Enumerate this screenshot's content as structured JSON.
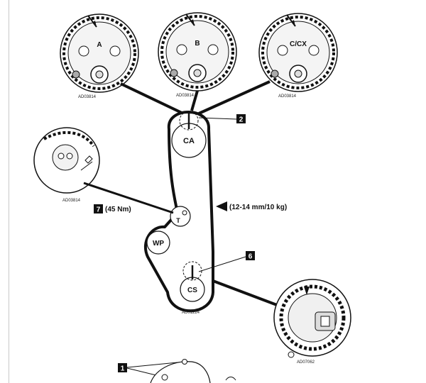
{
  "sprockets": [
    {
      "letter": "A",
      "ref": "AD03814"
    },
    {
      "letter": "B",
      "ref": "AD03814"
    },
    {
      "letter": "C/CX",
      "ref": "AD03814"
    }
  ],
  "pulleys": {
    "camshaft": "CA",
    "tensioner": "T",
    "water_pump": "WP",
    "crankshaft": "CS"
  },
  "callouts": {
    "c1": "1",
    "c2": "2",
    "c6": "6",
    "c7": "7",
    "torque": "(45 Nm)",
    "deflection": "(12-14 mm/10 kg)"
  },
  "refs": {
    "tensioner_detail": "AD03814",
    "belt_layout": "AD01224",
    "crank_detail": "AD07062"
  }
}
